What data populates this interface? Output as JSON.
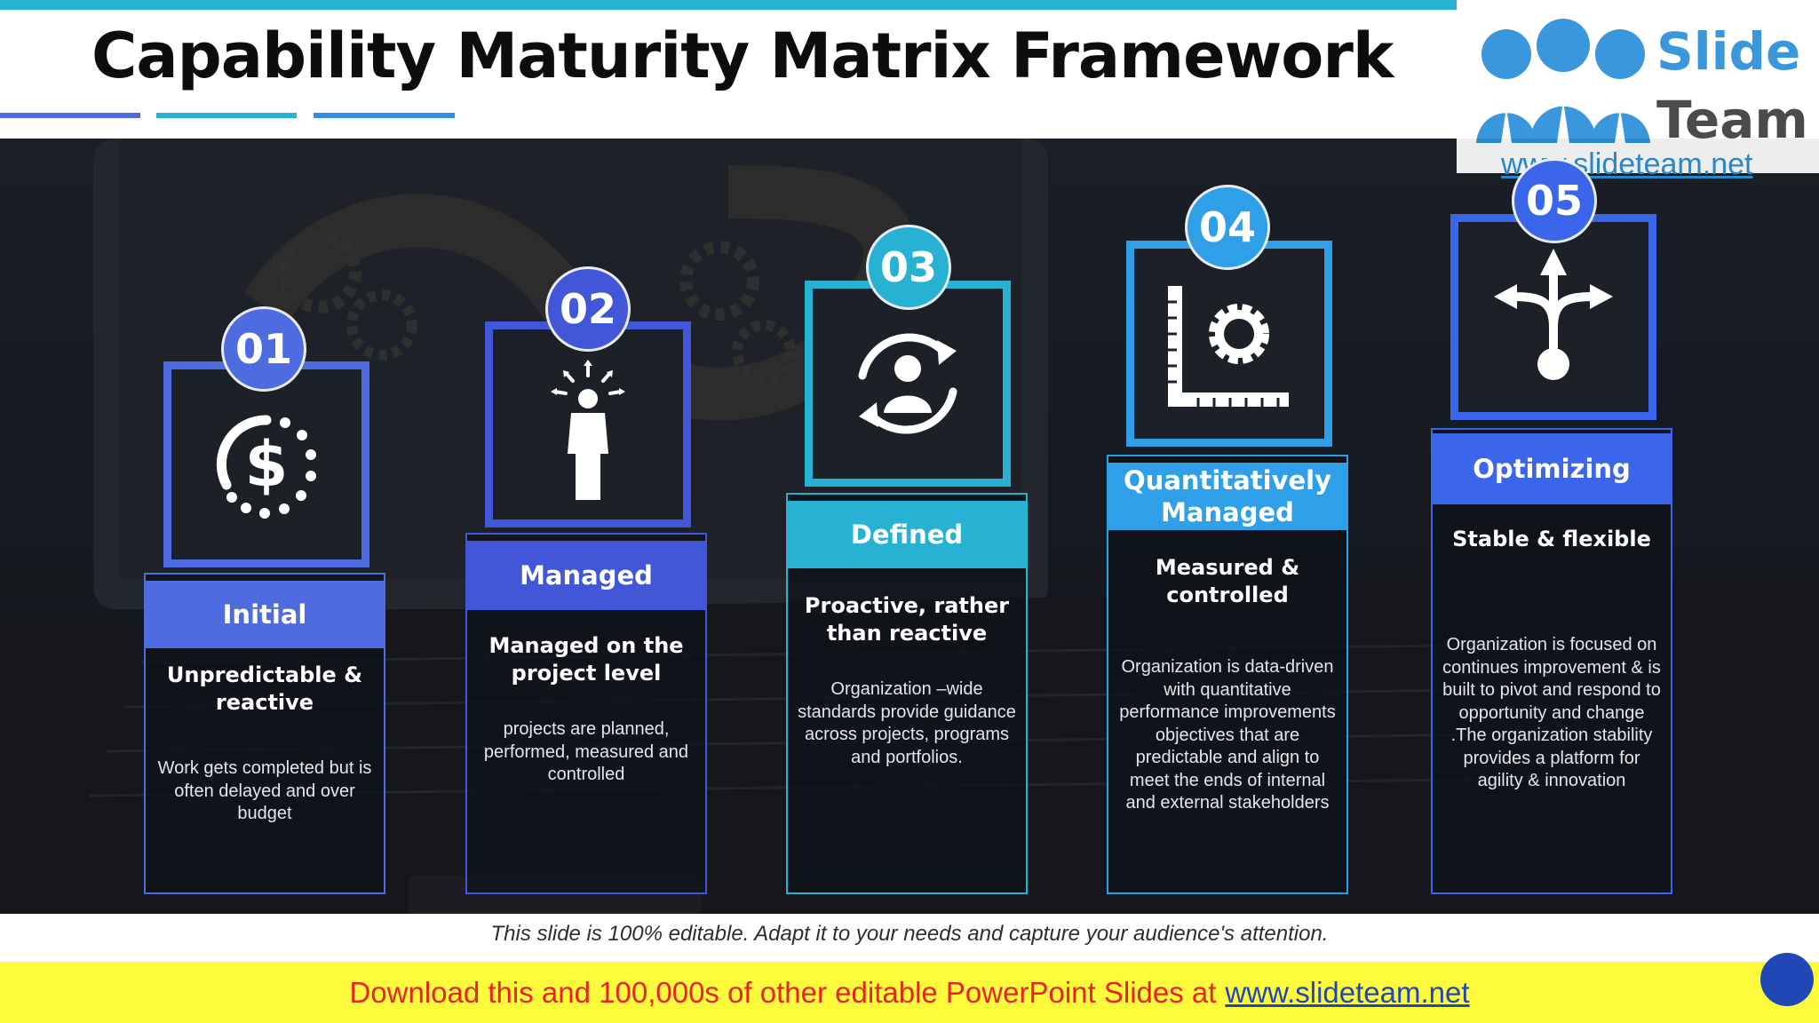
{
  "slide": {
    "title": "Capability Maturity Matrix Framework",
    "editable_note": "This slide is 100% editable. Adapt it to your needs and capture your audience's attention."
  },
  "logo": {
    "word1": "Slide",
    "word2": "Team",
    "url": "www.slideteam.net"
  },
  "footer": {
    "text": "Download this and 100,000s of other editable PowerPoint Slides at",
    "link": "www.slideteam.net"
  },
  "colors": {
    "blue": "#4f6be0",
    "indigo": "#4257d8",
    "cyan": "#27b2d4",
    "sky": "#2f9fe8",
    "royal": "#3b66ea",
    "yellow_bar": "#fdfb3c",
    "footer_red": "#e8231f"
  },
  "levels": [
    {
      "number": "01",
      "name": "Initial",
      "subtitle": "Unpredictable & reactive",
      "description": "Work gets completed but is often delayed and over budget",
      "icon": "dollar-cycle-icon"
    },
    {
      "number": "02",
      "name": "Managed",
      "subtitle": "Managed on the project level",
      "description": "projects are planned, performed, measured and controlled",
      "icon": "person-ideas-icon"
    },
    {
      "number": "03",
      "name": "Defined",
      "subtitle": "Proactive, rather than reactive",
      "description": "Organization –wide standards provide guidance across projects, programs and portfolios.",
      "icon": "person-refresh-icon"
    },
    {
      "number": "04",
      "name": "Quantitatively Managed",
      "subtitle": "Measured & controlled",
      "description": "Organization is data-driven with quantitative performance improvements objectives that are predictable and align to meet the ends of internal and external stakeholders",
      "icon": "gear-ruler-icon"
    },
    {
      "number": "05",
      "name": "Optimizing",
      "subtitle": "Stable & flexible",
      "description": "Organization is focused on continues improvement & is built to pivot and respond to opportunity and change .The organization stability provides a platform for agility & innovation",
      "icon": "split-arrows-icon"
    }
  ]
}
